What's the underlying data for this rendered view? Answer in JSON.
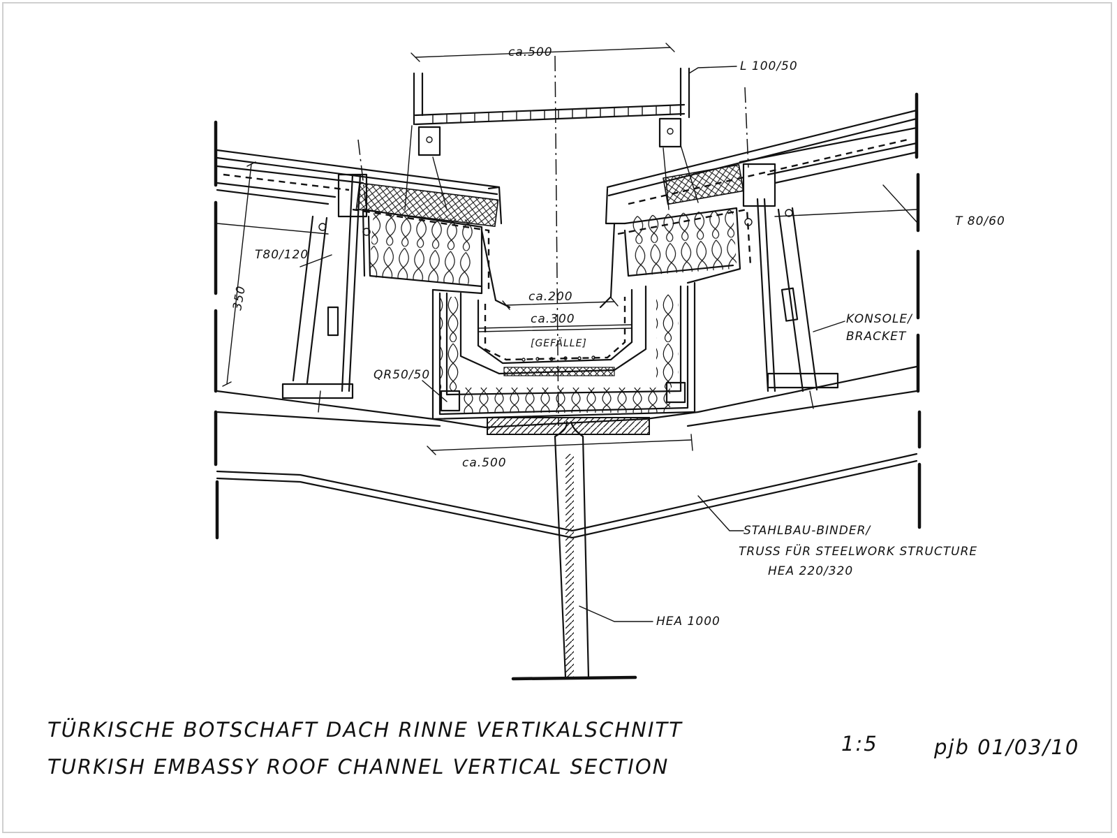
{
  "labels": {
    "top_width": "ca.500",
    "angle_top": "L 100/50",
    "t_right": "T 80/60",
    "t_left": "T80/120",
    "height_left": "350",
    "inner_width_200": "ca.200",
    "inner_width_300": "ca.300",
    "fall": "[GEFÄLLE]",
    "qr": "QR50/50",
    "bracket_1": "KONSOLE/",
    "bracket_2": "BRACKET",
    "bottom_width": "ca.500",
    "truss_1": "STAHLBAU-BINDER/",
    "truss_2": "TRUSS FÜR STEELWORK STRUCTURE",
    "truss_3": "HEA 220/320",
    "column": "HEA 1000"
  },
  "title": {
    "de": "TÜRKISCHE BOTSCHAFT   DACH RINNE   VERTIKALSCHNITT",
    "en": "TURKISH EMBASSY   ROOF CHANNEL   VERTICAL SECTION",
    "scale": "1:5",
    "signature_date": "pjb 01/03/10"
  }
}
